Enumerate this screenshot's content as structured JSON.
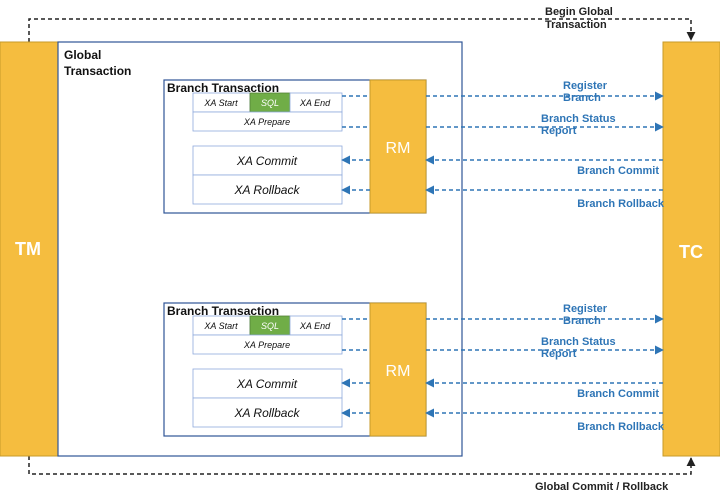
{
  "colors": {
    "actor_fill": "#f5bd3f",
    "actor_stroke": "#c79a2a",
    "global_border": "#2f5597",
    "arrow": "#2e75b6",
    "sql_fill": "#70ad47",
    "dark_line": "#222222"
  },
  "top": {
    "label": "Begin Global Transaction",
    "line1": "Begin Global",
    "line2": "Transaction"
  },
  "bottom": {
    "label": "Global Commit / Rollback"
  },
  "tm": {
    "label": "TM"
  },
  "tc": {
    "label": "TC"
  },
  "global": {
    "line1": "Global",
    "line2": "Transaction"
  },
  "branches": [
    {
      "title": "Branch Transaction",
      "xa_start": "XA Start",
      "sql": "SQL",
      "xa_end": "XA End",
      "xa_prepare": "XA Prepare",
      "xa_commit": "XA Commit",
      "xa_rollback": "XA Rollback",
      "rm": "RM",
      "register_1": "Register",
      "register_2": "Branch",
      "status_1": "Branch Status",
      "status_2": "Report",
      "commit": "Branch Commit",
      "rollback": "Branch Rollback"
    },
    {
      "title": "Branch Transaction",
      "xa_start": "XA Start",
      "sql": "SQL",
      "xa_end": "XA End",
      "xa_prepare": "XA Prepare",
      "xa_commit": "XA Commit",
      "xa_rollback": "XA Rollback",
      "rm": "RM",
      "register_1": "Register",
      "register_2": "Branch",
      "status_1": "Branch Status",
      "status_2": "Report",
      "commit": "Branch Commit",
      "rollback": "Branch Rollback"
    }
  ]
}
